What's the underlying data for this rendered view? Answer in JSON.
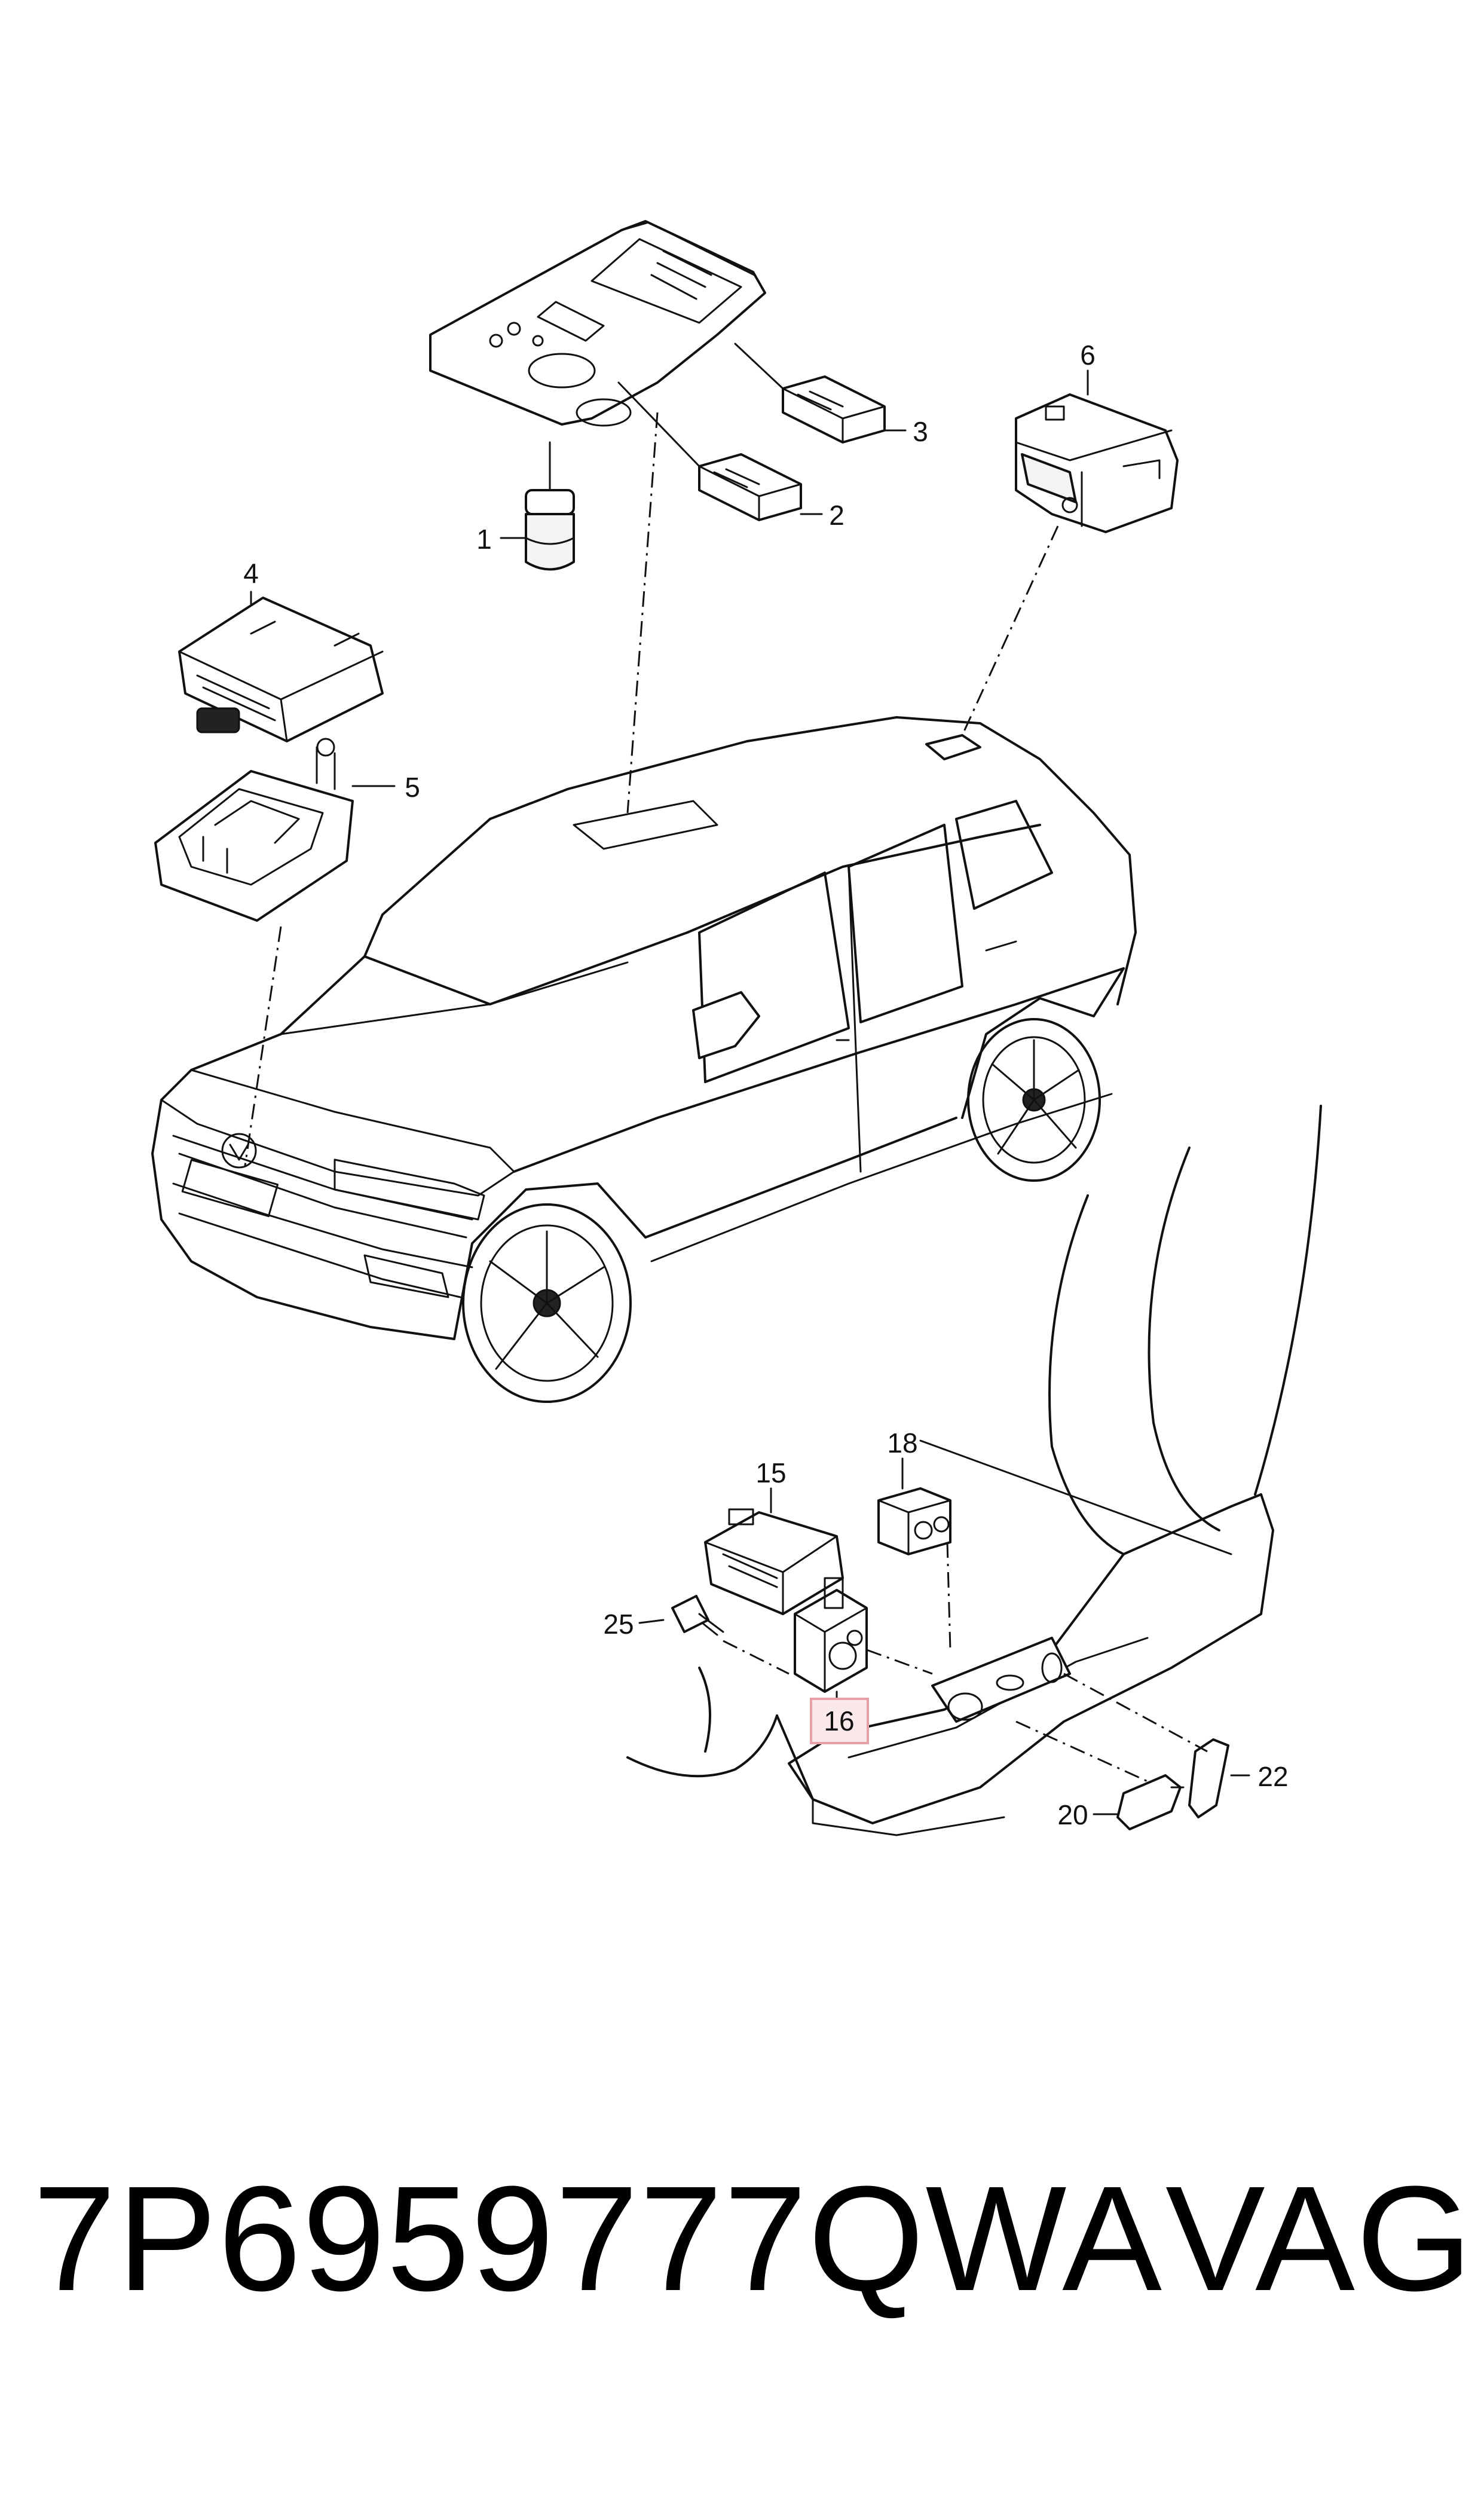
{
  "callouts": [
    {
      "id": "c1",
      "label": "1"
    },
    {
      "id": "c2",
      "label": "2"
    },
    {
      "id": "c3",
      "label": "3"
    },
    {
      "id": "c4",
      "label": "4"
    },
    {
      "id": "c5",
      "label": "5"
    },
    {
      "id": "c6",
      "label": "6"
    },
    {
      "id": "c15",
      "label": "15"
    },
    {
      "id": "c16",
      "label": "16"
    },
    {
      "id": "c18",
      "label": "18"
    },
    {
      "id": "c20",
      "label": "20"
    },
    {
      "id": "c22",
      "label": "22"
    },
    {
      "id": "c25",
      "label": "25"
    }
  ],
  "highlighted_callout": "16",
  "highlight_color": "#e8a0a8",
  "footer": {
    "part_number": "7P6959777QWA",
    "brand": "VAG"
  }
}
